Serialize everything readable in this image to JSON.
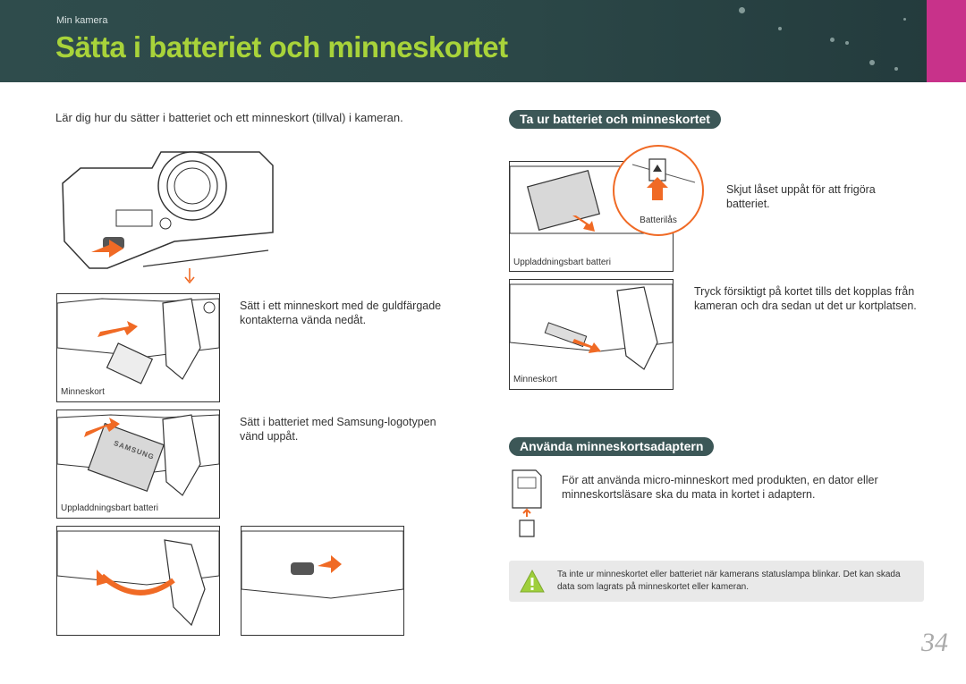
{
  "header": {
    "section": "Min kamera",
    "title": "Sätta i batteriet och minneskortet",
    "accent_color": "#c8328a",
    "title_color": "#a8d33a"
  },
  "intro": "Lär dig hur du sätter i batteriet och ett minneskort (tillval) i kameran.",
  "left": {
    "card_instruction": "Sätt i ett minneskort med de guldfärgade kontakterna vända nedåt.",
    "card_caption": "Minneskort",
    "battery_instruction": "Sätt i batteriet med Samsung-logotypen vänd uppåt.",
    "battery_caption": "Uppladdningsbart batteri",
    "battery_brand": "SAMSUNG"
  },
  "remove": {
    "heading": "Ta ur batteriet och minneskortet",
    "battery_instruction": "Skjut låset uppåt för att frigöra batteriet.",
    "lock_label": "Batterilås",
    "battery_caption": "Uppladdningsbart batteri",
    "card_instruction": "Tryck försiktigt på kortet tills det kopplas från kameran och dra sedan ut det ur kortplatsen.",
    "card_caption": "Minneskort"
  },
  "adapter": {
    "heading": "Använda minneskortsadaptern",
    "text": "För att använda micro-minneskort med produkten, en dator eller minneskortsläsare ska du mata in kortet i adaptern."
  },
  "warning": {
    "icon": "warning-icon",
    "text": "Ta inte ur minneskortet eller batteriet när kamerans statuslampa blinkar. Det kan skada data som lagrats på minneskortet eller kameran."
  },
  "page_number": "34"
}
